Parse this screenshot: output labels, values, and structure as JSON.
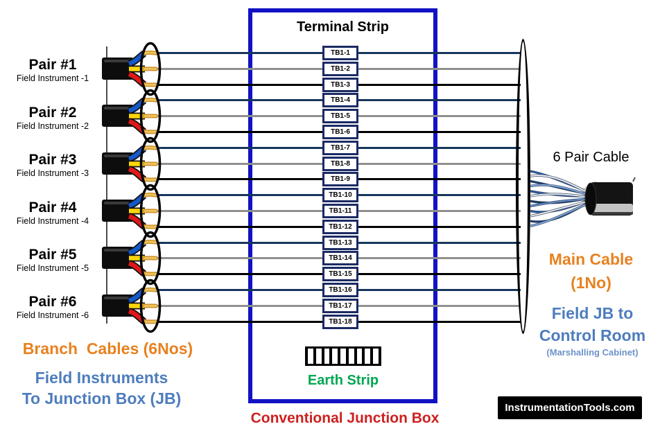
{
  "terminal_strip": {
    "title": "Terminal Strip",
    "terminals": [
      "TB1-1",
      "TB1-2",
      "TB1-3",
      "TB1-4",
      "TB1-5",
      "TB1-6",
      "TB1-7",
      "TB1-8",
      "TB1-9",
      "TB1-10",
      "TB1-11",
      "TB1-12",
      "TB1-13",
      "TB1-14",
      "TB1-15",
      "TB1-16",
      "TB1-17",
      "TB1-18"
    ]
  },
  "pairs": [
    {
      "label": "Pair #1",
      "sublabel": "Field Instrument -1"
    },
    {
      "label": "Pair #2",
      "sublabel": "Field Instrument -2"
    },
    {
      "label": "Pair #3",
      "sublabel": "Field Instrument -3"
    },
    {
      "label": "Pair #4",
      "sublabel": "Field Instrument -4"
    },
    {
      "label": "Pair #5",
      "sublabel": "Field Instrument -5"
    },
    {
      "label": "Pair #6",
      "sublabel": "Field Instrument -6"
    }
  ],
  "labels": {
    "branch_cables": "Branch  Cables (6Nos)",
    "field_to_jb_line1": "Field Instruments",
    "field_to_jb_line2": "To Junction Box (JB)",
    "earth_strip": "Earth Strip",
    "junction_box_caption": "Conventional Junction Box",
    "six_pair_cable": "6 Pair Cable",
    "main_cable_line1": "Main Cable",
    "main_cable_line2": "(1No)",
    "jb_to_cr_line1": "Field JB to",
    "jb_to_cr_line2": "Control Room",
    "jb_to_cr_line3": "(Marshalling Cabinet)",
    "watermark": "InstrumentationTools.com"
  },
  "colors": {
    "box_border_blue": "#1212C4",
    "terminal_border_navy": "#1B2A63",
    "orange_text": "#E8811F",
    "blue_text": "#4E7DBD",
    "green_text": "#00A651",
    "red_text": "#CE2020",
    "wire_sequence": [
      "#16365C",
      "#8F8F8F",
      "#000000"
    ],
    "branch_wire_blue": "#1558C8",
    "branch_wire_yellow": "#FFD60A",
    "branch_wire_red": "#E01818",
    "bare_conductor_gold": "#EEC35C",
    "cable_sheath_black": "#0D0D0D"
  }
}
